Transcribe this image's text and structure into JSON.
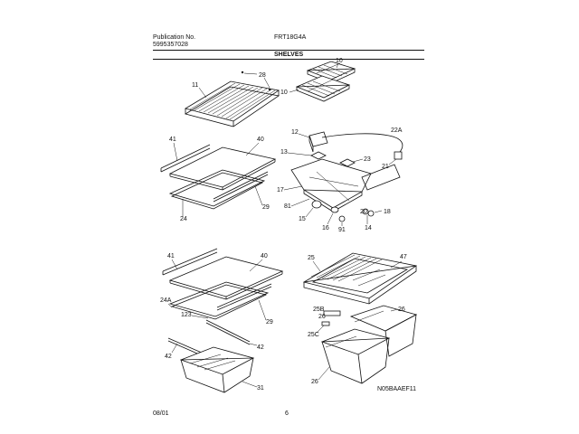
{
  "header": {
    "publication_label": "Publication No.",
    "publication_number": "5995357028",
    "model": "FRT18G4A",
    "section_title": "SHELVES"
  },
  "footer": {
    "date": "08/01",
    "page": "6",
    "code": "N05BAAEF11"
  },
  "callouts": [
    "11",
    "28",
    "10",
    "10",
    "41",
    "40",
    "12",
    "22A",
    "13",
    "23",
    "21",
    "17",
    "24",
    "29",
    "81",
    "16",
    "15",
    "20",
    "18",
    "91",
    "14",
    "41",
    "40",
    "25",
    "47",
    "24A",
    "123",
    "25B",
    "26",
    "29",
    "25C",
    "42",
    "42",
    "26",
    "31"
  ]
}
